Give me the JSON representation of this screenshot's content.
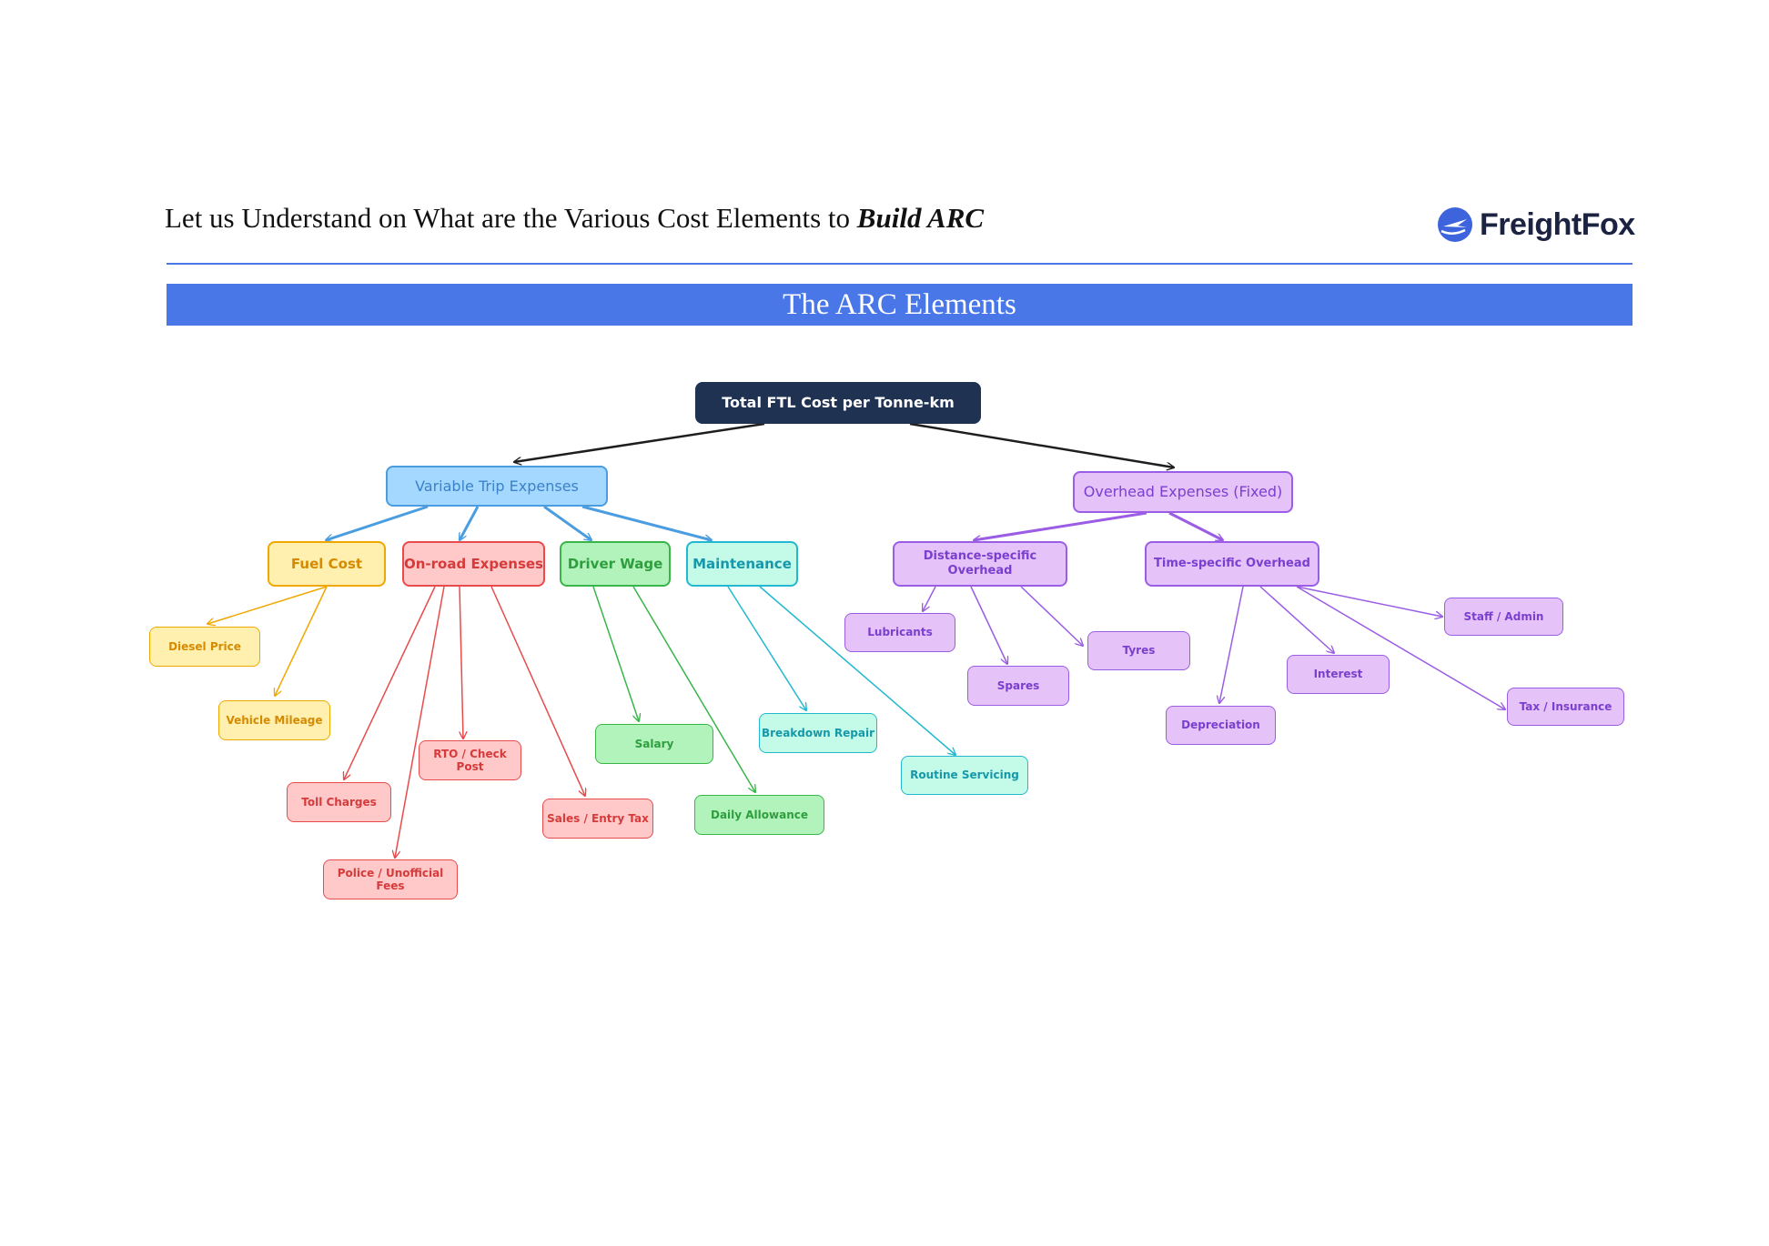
{
  "header": {
    "title_prefix": "Let us Understand on What are the Various Cost Elements to ",
    "title_emphasis": "Build ARC",
    "logo_text": "FreightFox"
  },
  "banner": {
    "title": "The ARC Elements"
  },
  "diagram": {
    "root": "Total FTL Cost per Tonne-km",
    "variable": {
      "label": "Variable Trip Expenses",
      "fuel": {
        "label": "Fuel Cost",
        "diesel": "Diesel Price",
        "mileage": "Vehicle Mileage"
      },
      "onroad": {
        "label": "On-road Expenses",
        "toll": "Toll Charges",
        "police": "Police / Unofficial Fees",
        "rto": "RTO / Check Post",
        "sales": "Sales / Entry Tax"
      },
      "driver": {
        "label": "Driver Wage",
        "salary": "Salary",
        "allowance": "Daily Allowance"
      },
      "maintenance": {
        "label": "Maintenance",
        "breakdown": "Breakdown Repair",
        "servicing": "Routine Servicing"
      }
    },
    "overhead": {
      "label": "Overhead Expenses (Fixed)",
      "distance": {
        "label": "Distance-specific Overhead",
        "lubricants": "Lubricants",
        "spares": "Spares",
        "tyres": "Tyres"
      },
      "time": {
        "label": "Time-specific Overhead",
        "depreciation": "Depreciation",
        "interest": "Interest",
        "staff": "Staff / Admin",
        "tax": "Tax / Insurance"
      }
    }
  },
  "colors": {
    "banner": "#4a77e8",
    "root": "#1f3252",
    "variable": "#4a9de0",
    "fuel": "#f0a800",
    "onroad": "#e84b4b",
    "driver": "#3ab54a",
    "maintenance": "#22b8cf",
    "overhead": "#9b5de5"
  }
}
